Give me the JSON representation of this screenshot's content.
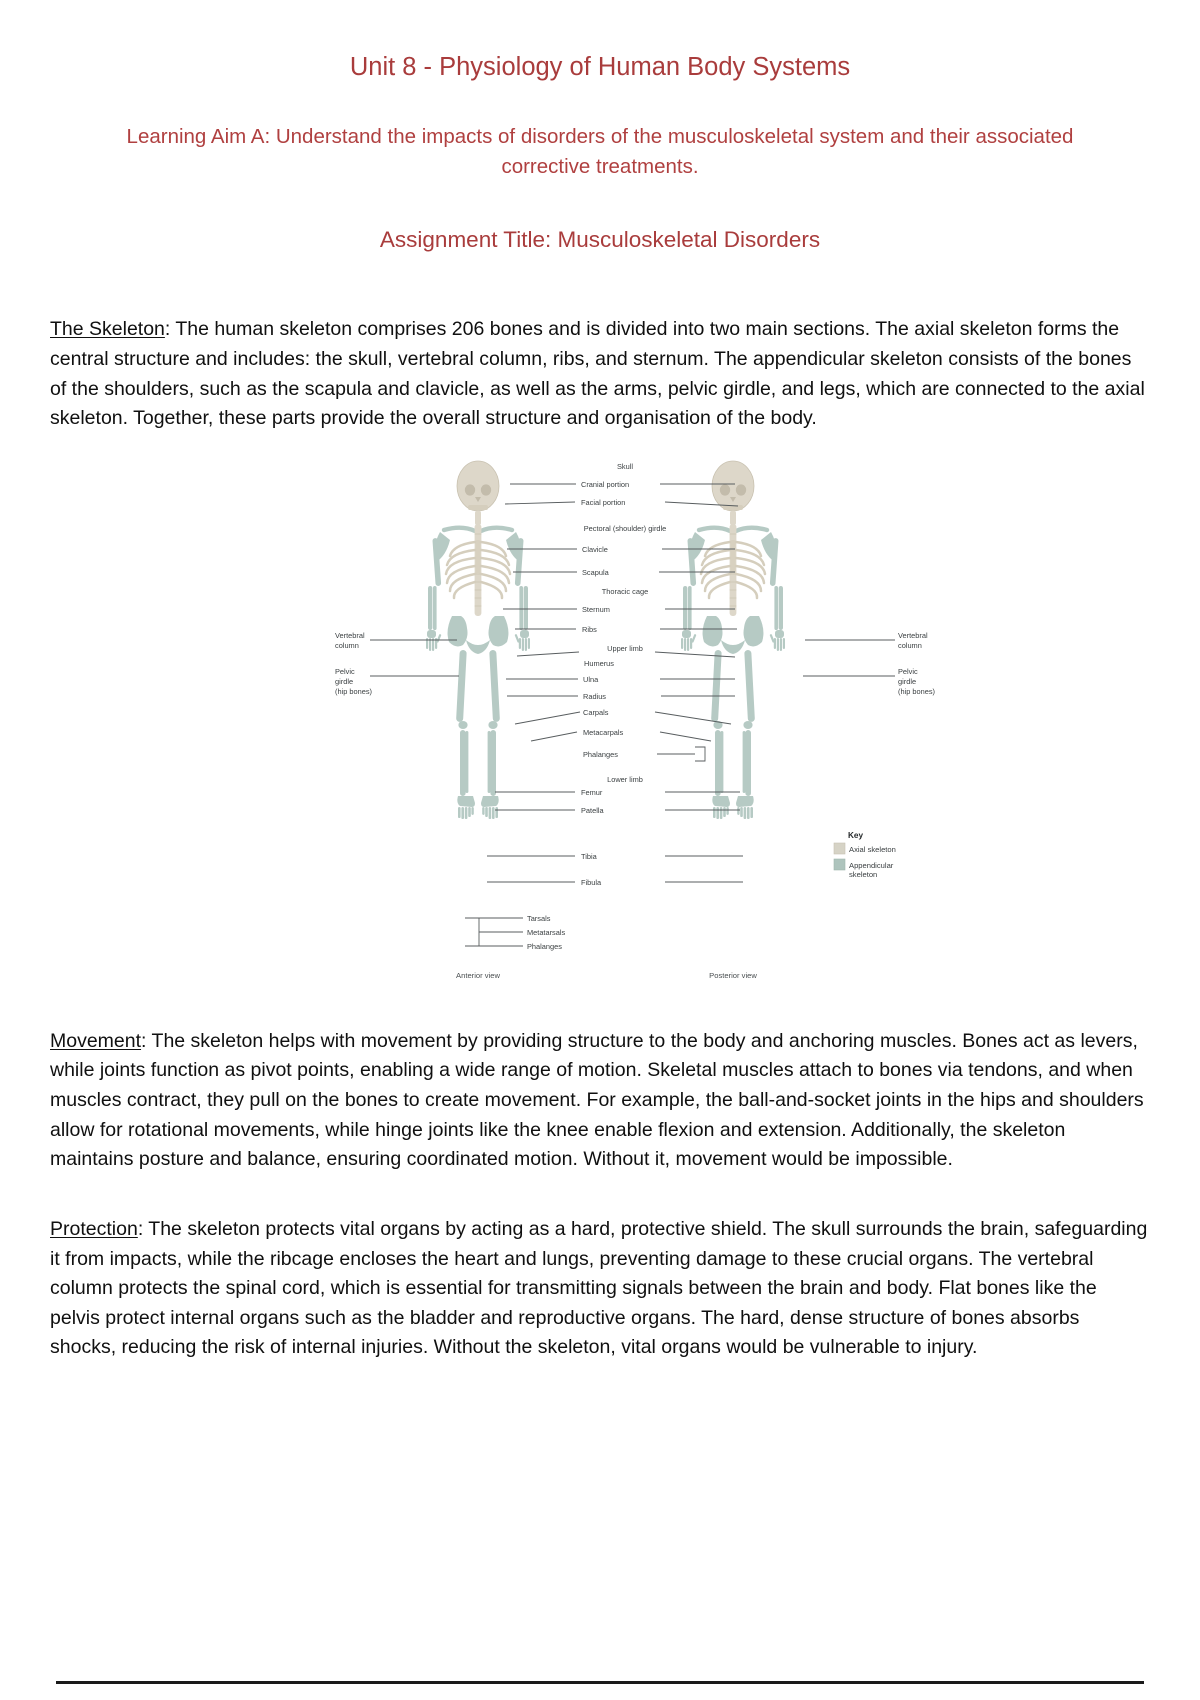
{
  "document": {
    "title": "Unit 8 - Physiology of Human Body Systems",
    "subtitle": "Learning Aim A: Understand the impacts of disorders of the musculoskeletal system and their associated corrective treatments.",
    "assignment": "Assignment Title: Musculoskeletal Disorders",
    "title_color": "#a93c3c"
  },
  "sections": {
    "skeleton": {
      "heading": "The Skeleton",
      "separator": ": ",
      "body": "The human skeleton comprises 206 bones and is divided into two main sections. The axial skeleton forms the central structure and includes: the skull, vertebral column, ribs, and sternum. The appendicular skeleton consists of the bones of the shoulders, such as the scapula and clavicle, as well as the arms, pelvic girdle, and legs, which are connected to the axial skeleton. Together, these parts provide the overall structure and organisation of the body."
    },
    "movement": {
      "heading": "Movement",
      "separator": ": ",
      "body": "The skeleton helps with movement by providing structure to the body and anchoring muscles. Bones act as levers, while joints function as pivot points, enabling a wide range of motion. Skeletal muscles attach to bones via tendons, and when muscles contract, they pull on the bones to create movement. For example, the ball-and-socket joints in the hips and shoulders allow for rotational movements, while hinge joints like the knee enable flexion and extension. Additionally, the skeleton maintains posture and balance, ensuring coordinated motion. Without it, movement would be impossible."
    },
    "protection": {
      "heading": "Protection",
      "separator": ": ",
      "body": "The skeleton protects vital organs by acting as a hard, protective shield. The skull surrounds the brain, safeguarding it from impacts, while the ribcage encloses the heart and lungs, preventing damage to these crucial organs. The vertebral column protects the spinal cord, which is essential for transmitting signals between the brain and body. Flat bones like the pelvis protect internal organs such as the bladder and reproductive organs. The hard, dense structure of bones absorbs shocks, reducing the risk of internal injuries. Without the skeleton, vital organs would be vulnerable to injury."
    }
  },
  "figure": {
    "name": "human-skeleton-diagram",
    "view_labels": {
      "anterior": "Anterior view",
      "posterior": "Posterior view"
    },
    "center_labels": [
      "Skull",
      "Cranial portion",
      "Facial portion",
      "Pectoral (shoulder) girdle",
      "Clavicle",
      "Scapula",
      "Thoracic cage",
      "Sternum",
      "Ribs",
      "Upper limb",
      "Humerus",
      "Ulna",
      "Radius",
      "Carpals",
      "Metacarpals",
      "Phalanges",
      "Lower limb",
      "Femur",
      "Patella",
      "Tibia",
      "Fibula",
      "Tarsals",
      "Metatarsals",
      "Phalanges"
    ],
    "left_labels": [
      "Vertebral column",
      "Pelvic girdle (hip bones)"
    ],
    "right_labels": [
      "Vertebral column",
      "Pelvic girdle (hip bones)"
    ],
    "key": {
      "title": "Key",
      "items": [
        {
          "label": "Axial skeleton",
          "color": "#d6d3c6"
        },
        {
          "label": "Appendicular skeleton",
          "color": "#aec4bd"
        }
      ]
    },
    "colors": {
      "axial_bone": "#ddd7c9",
      "appendicular_bone": "#b6cac4",
      "leader_line": "#555a5c",
      "label_text": "#3a3f41"
    }
  }
}
